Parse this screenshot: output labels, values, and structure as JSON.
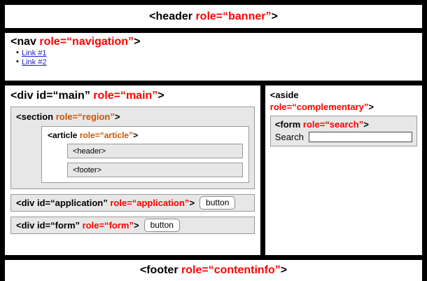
{
  "colors": {
    "frame": "#000000",
    "panel_bg": "#ffffff",
    "nested_bg": "#e7e7e7",
    "nested_border": "#9a9a9a",
    "role_red": "#ff0000",
    "role_orange": "#cc5500",
    "link_blue": "#2222cc"
  },
  "banner": {
    "tag": "<header ",
    "role": "role=“banner”",
    "close": ">",
    "full_text": "<header role=“banner”>"
  },
  "nav": {
    "tag": "<nav ",
    "role": "role=“navigation”",
    "close": ">",
    "full_text": "<nav role=“navigation”>",
    "links": [
      {
        "label": "Link #1"
      },
      {
        "label": "Link #2"
      }
    ]
  },
  "main": {
    "tag": "<div id=“main” ",
    "role": "role=“main”",
    "close": ">",
    "full_text": "<div id=“main” role=“main”>",
    "section": {
      "tag": "<section ",
      "role": "role=“region”",
      "close": ">",
      "full_text": "<section role=“region”>",
      "article": {
        "tag": "<article ",
        "role": "role=“article”",
        "close": ">",
        "full_text": "<article role=“article”>",
        "children": [
          {
            "label": "<header>"
          },
          {
            "label": "<footer>"
          }
        ]
      }
    },
    "rows": [
      {
        "tag": "<div id=“application” ",
        "role": "role=“application”",
        "close": ">",
        "full_text": "<div id=“application” role=“application”>",
        "button_label": "button"
      },
      {
        "tag": "<div id=“form” ",
        "role": "role=“form”",
        "close": ">",
        "full_text": "<div id=“form” role=“form”>",
        "button_label": "button"
      }
    ]
  },
  "aside": {
    "tag": "<aside",
    "role": "role=“complementary”",
    "close": ">",
    "full_text": "<aside role=“complementary”>",
    "search_form": {
      "tag": "<form ",
      "role": "role=“search”",
      "close": ">",
      "full_text": "<form role=“search”>",
      "label": "Search",
      "input_value": "",
      "input_placeholder": ""
    }
  },
  "footer": {
    "tag": "<footer ",
    "role": "role=“contentinfo”",
    "close": ">",
    "full_text": "<footer role=“contentinfo”>"
  }
}
